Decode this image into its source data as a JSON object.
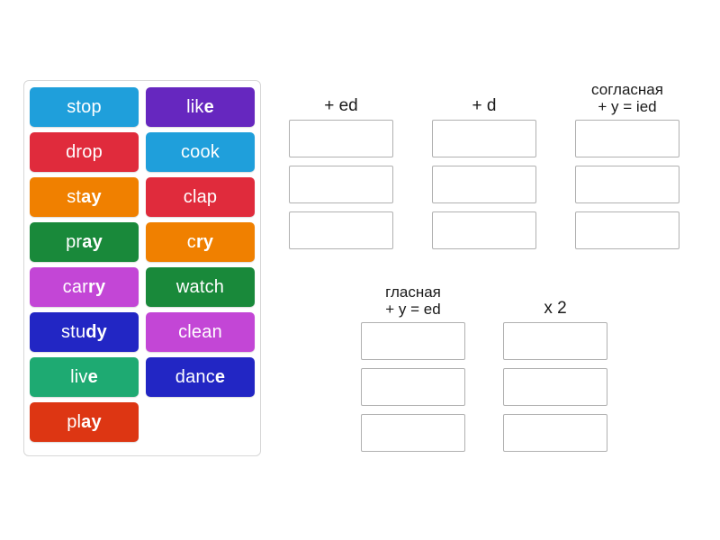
{
  "activity": {
    "type": "drag-and-drop-sorting",
    "background_color": "#ffffff"
  },
  "word_bank": {
    "panel_border_color": "#d7d7d7",
    "tiles": [
      {
        "word": "stop",
        "plain": "stop",
        "bold": "",
        "color": "#1f9fdb"
      },
      {
        "word": "like",
        "plain": "lik",
        "bold": "e",
        "color": "#6627bf"
      },
      {
        "word": "drop",
        "plain": "drop",
        "bold": "",
        "color": "#e02b3c"
      },
      {
        "word": "cook",
        "plain": "cook",
        "bold": "",
        "color": "#1f9fdb"
      },
      {
        "word": "stay",
        "plain": "st",
        "bold": "ay",
        "color": "#f08000"
      },
      {
        "word": "clap",
        "plain": "clap",
        "bold": "",
        "color": "#e02b3c"
      },
      {
        "word": "pray",
        "plain": "pr",
        "bold": "ay",
        "color": "#19893a"
      },
      {
        "word": "cry",
        "plain": "c",
        "bold": "ry",
        "color": "#f08000"
      },
      {
        "word": "carry",
        "plain": "car",
        "bold": "ry",
        "color": "#c346d6"
      },
      {
        "word": "watch",
        "plain": "watch",
        "bold": "",
        "color": "#19893a"
      },
      {
        "word": "study",
        "plain": "stu",
        "bold": "dy",
        "color": "#2226c4"
      },
      {
        "word": "clean",
        "plain": "clean",
        "bold": "",
        "color": "#c346d6"
      },
      {
        "word": "live",
        "plain": "liv",
        "bold": "e",
        "color": "#1eaa72"
      },
      {
        "word": "dance",
        "plain": "danc",
        "bold": "e",
        "color": "#2226c4"
      },
      {
        "word": "play",
        "plain": "pl",
        "bold": "ay",
        "color": "#dd3613"
      }
    ]
  },
  "categories": {
    "top_row": [
      {
        "title": "+ ed",
        "slots": 3,
        "two_line": false
      },
      {
        "title": "+ d",
        "slots": 3,
        "two_line": false
      },
      {
        "title": "согласная\n+ y = ied",
        "slots": 3,
        "two_line": true
      }
    ],
    "bottom_row": [
      {
        "title": "гласная\n+ y = ed",
        "slots": 3,
        "two_line": true
      },
      {
        "title": "x 2",
        "slots": 3,
        "two_line": false
      }
    ]
  }
}
